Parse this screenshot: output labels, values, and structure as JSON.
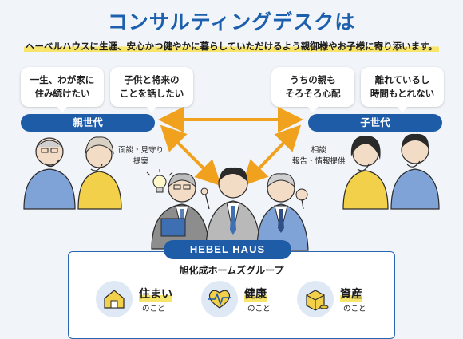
{
  "header": {
    "title": "コンサルティングデスクは",
    "subtitle": "ヘーベルハウスに生涯、安心かつ健やかに暮らしていただけるよう親御様やお子様に寄り添います。"
  },
  "bubbles": [
    {
      "lines": [
        "一生、わが家に",
        "住み続けたい"
      ]
    },
    {
      "lines": [
        "子供と将来の",
        "ことを話したい"
      ]
    },
    {
      "lines": [
        "うちの親も",
        "そろそろ心配"
      ]
    },
    {
      "lines": [
        "離れているし",
        "時間もとれない"
      ]
    }
  ],
  "generations": {
    "parent": "親世代",
    "child": "子世代"
  },
  "notes": {
    "left": [
      "面談・見守り",
      "提案"
    ],
    "right": [
      "相談",
      "報告・情報提供"
    ]
  },
  "brand": {
    "name": "HEBEL HAUS",
    "group": "旭化成ホームズグループ"
  },
  "services": [
    {
      "label": "住まい",
      "sub": "のこと",
      "icon": "house-icon"
    },
    {
      "label": "健康",
      "sub": "のこと",
      "icon": "heartbeat-icon"
    },
    {
      "label": "資産",
      "sub": "のこと",
      "icon": "coins-box-icon"
    }
  ],
  "colors": {
    "brand_blue": "#1e5ca8",
    "title_blue": "#1b5fae",
    "arrow_orange": "#f0a21f",
    "highlight_yellow": "#f7e46a",
    "shirt_blue": "#7fa3d6",
    "shirt_yellow": "#f2d04a"
  }
}
